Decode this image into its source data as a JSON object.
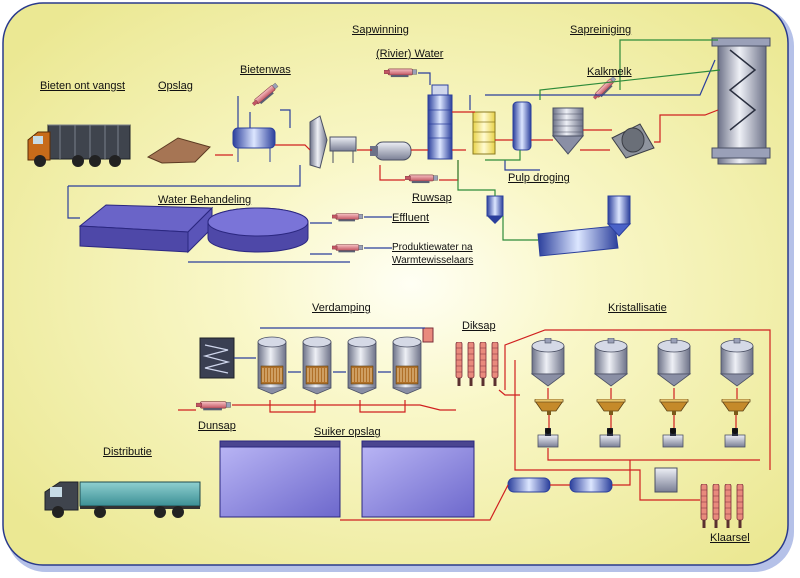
{
  "labels": {
    "bieten_ontvangst": "Bieten ont vangst",
    "opslag": "Opslag",
    "bietenwas": "Bietenwas",
    "sapwinning": "Sapwinning",
    "rivier_water": "(Rivier) Water",
    "sapreiniging": "Sapreiniging",
    "kalkmelk": "Kalkmelk",
    "water_behandeling": "Water Behandeling",
    "ruwsap": "Ruwsap",
    "pulp_droging": "Pulp droging",
    "effluent": "Effluent",
    "produktiewater_line1": "Produktiewater na",
    "produktiewater_line2": "Warmtewisselaars",
    "verdamping": "Verdamping",
    "diksap": "Diksap",
    "kristallisatie": "Kristallisatie",
    "dunsap": "Dunsap",
    "suiker_opslag": "Suiker opslag",
    "distributie": "Distributie",
    "klaarsel": "Klaarsel"
  },
  "colors": {
    "frame_border": "#2a3a8c",
    "process_line_red": "#d02020",
    "line_blue": "#2b3f9c",
    "line_green": "#2e8b3a",
    "tank_purple": "#8a86e0",
    "pump_pink": "#e07880"
  }
}
